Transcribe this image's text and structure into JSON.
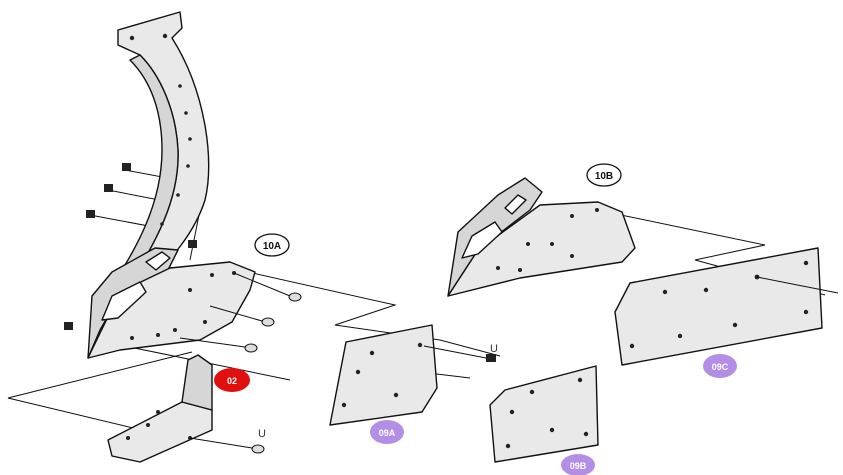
{
  "diagram": {
    "callouts": [
      {
        "id": "10A",
        "label": "10A",
        "style": "outline"
      },
      {
        "id": "10B",
        "label": "10B",
        "style": "outline"
      },
      {
        "id": "02",
        "label": "02",
        "style": "filled",
        "color": "#e01010"
      },
      {
        "id": "09A",
        "label": "09A",
        "style": "filled",
        "color": "#b28ee6"
      },
      {
        "id": "09B",
        "label": "09B",
        "style": "filled",
        "color": "#b28ee6"
      },
      {
        "id": "09C",
        "label": "09C",
        "style": "filled",
        "color": "#b28ee6"
      }
    ],
    "washer_symbol": "U",
    "parts": [
      "curved-shank",
      "point-10a",
      "point-10b",
      "bracket-02",
      "plate-09a",
      "plate-09b",
      "plate-09c",
      "bolt",
      "nut"
    ]
  }
}
